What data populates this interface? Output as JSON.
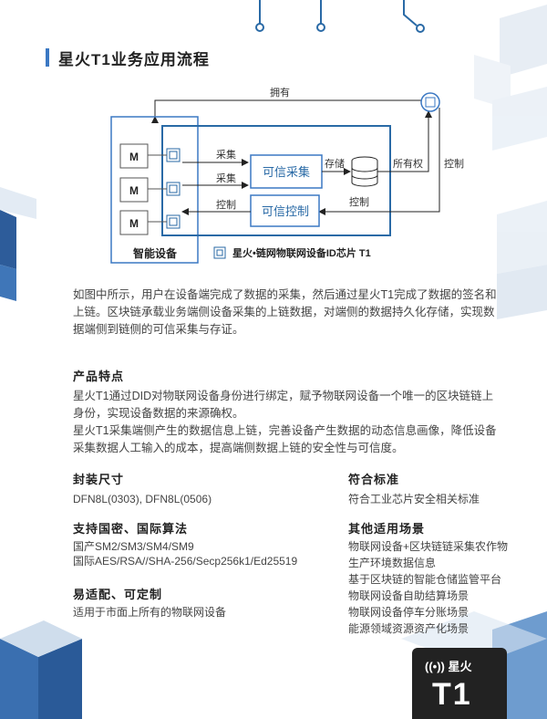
{
  "title": "星火T1业务应用流程",
  "diagram": {
    "own_label": "拥有",
    "m_label": "M",
    "collect_label": "采集",
    "control_label": "控制",
    "trusted_collect": "可信采集",
    "trusted_control": "可信控制",
    "storage_label": "存储",
    "ownership_label": "所有权",
    "smart_device_label": "智能设备",
    "chip_label": "星火•链网物联网设备ID芯片 T1"
  },
  "intro_paragraph": "如图中所示，用户在设备端完成了数据的采集，然后通过星火T1完成了数据的签名和上链。区块链承载业务端侧设备采集的上链数据，对端侧的数据持久化存储，实现数据端侧到链侧的可信采集与存证。",
  "features": {
    "heading": "产品特点",
    "p1": "星火T1通过DID对物联网设备身份进行绑定，赋予物联网设备一个唯一的区块链链上身份，实现设备数据的来源确权。",
    "p2": "星火T1采集端侧产生的数据信息上链，完善设备产生数据的动态信息画像，降低设备采集数据人工输入的成本，提高端侧数据上链的安全性与可信度。"
  },
  "specs": {
    "package": {
      "heading": "封装尺寸",
      "value": "DFN8L(0303), DFN8L(0506)"
    },
    "standard": {
      "heading": "符合标准",
      "value": "符合工业芯片安全相关标准"
    },
    "algorithms": {
      "heading": "支持国密、国际算法",
      "line1": "国产SM2/SM3/SM4/SM9",
      "line2": "国际AES/RSA//SHA-256/Secp256k1/Ed25519"
    },
    "adaptable": {
      "heading": "易适配、可定制",
      "value": "适用于市面上所有的物联网设备"
    },
    "scenarios": {
      "heading": "其他适用场景",
      "items": [
        "物联网设备+区块链链采集农作物",
        "生产环境数据信息",
        "基于区块链的智能仓储监管平台",
        "物联网设备自助结算场景",
        "物联网设备停车分账场景",
        "能源领域资源资产化场景"
      ]
    }
  },
  "badge": {
    "brand": "星火",
    "model": "T1"
  },
  "colors": {
    "accent": "#3b78c3",
    "circuit": "#2a6aa6",
    "diagram": "#1a1a1a"
  }
}
